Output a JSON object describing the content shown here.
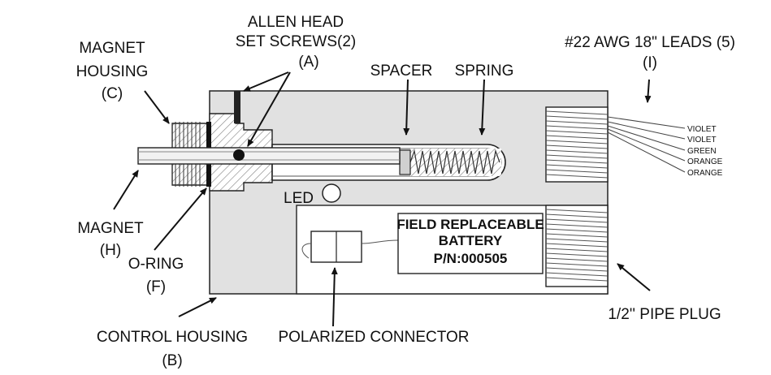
{
  "labels": {
    "allen_head": {
      "line1": "ALLEN HEAD",
      "line2": "SET SCREWS(2)",
      "letter": "(A)"
    },
    "magnet_housing": {
      "line1": "MAGNET",
      "line2": "HOUSING",
      "letter": "(C)"
    },
    "spacer": "SPACER",
    "spring": "SPRING",
    "leads": {
      "line1": "#22 AWG 18\" LEADS (5)",
      "letter": "(I)"
    },
    "led": "LED",
    "magnet": {
      "line1": "MAGNET",
      "letter": "(H)"
    },
    "o_ring": {
      "line1": "O-RING",
      "letter": "(F)"
    },
    "control_housing": {
      "line1": "CONTROL HOUSING",
      "letter": "(B)"
    },
    "polarized_connector": "POLARIZED CONNECTOR",
    "pipe_plug": "1/2'' PIPE PLUG"
  },
  "battery": {
    "line1": "FIELD REPLACEABLE",
    "line2": "BATTERY",
    "line3": "P/N:000505"
  },
  "wires": [
    "VIOLET",
    "VIOLET",
    "GREEN",
    "ORANGE",
    "ORANGE"
  ]
}
